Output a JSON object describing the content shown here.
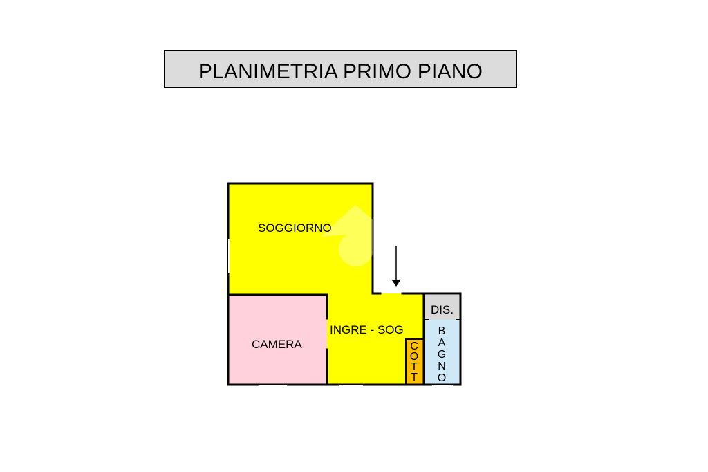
{
  "title": "PLANIMETRIA PRIMO PIANO",
  "rooms": {
    "soggiorno": {
      "label": "SOGGIORNO",
      "color": "#ffff00"
    },
    "camera": {
      "label": "CAMERA",
      "color": "#ffd1dc"
    },
    "ingresso": {
      "label": "INGRE - SOG",
      "color": "#ffff00"
    },
    "dis": {
      "label": "DIS.",
      "color": "#d9d9d9"
    },
    "bagno": {
      "label": "BAGNO",
      "color": "#cfe8f8"
    },
    "cottura": {
      "label": "COTT",
      "color": "#ffc000"
    }
  },
  "colors": {
    "wall": "#000000",
    "title_bg": "#dcdcdc"
  }
}
